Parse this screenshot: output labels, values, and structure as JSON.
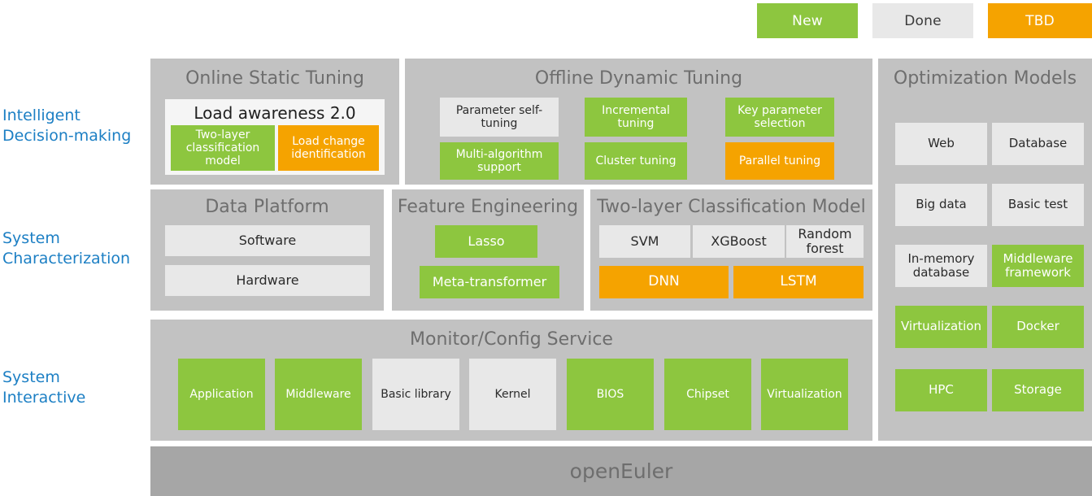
{
  "legend": {
    "items": [
      {
        "label": "New",
        "status": "new",
        "color": "#8DC63F"
      },
      {
        "label": "Done",
        "status": "done",
        "color": "#E8E8E8"
      },
      {
        "label": "TBD",
        "status": "tbd",
        "color": "#F5A300"
      }
    ]
  },
  "side_labels": [
    {
      "line1": "Intelligent",
      "line2": "Decision-making"
    },
    {
      "line1": "System",
      "line2": "Characterization"
    },
    {
      "line1": "System",
      "line2": "Interactive"
    }
  ],
  "panels": {
    "online_static_tuning": {
      "title": "Online Static Tuning",
      "card": {
        "title": "Load awareness 2.0",
        "boxes": [
          {
            "label": "Two-layer classification model",
            "status": "new"
          },
          {
            "label": "Load change identification",
            "status": "tbd"
          }
        ]
      }
    },
    "offline_dynamic_tuning": {
      "title": "Offline Dynamic Tuning",
      "boxes": [
        {
          "label": "Parameter self-tuning",
          "status": "done"
        },
        {
          "label": "Incremental tuning",
          "status": "new"
        },
        {
          "label": "Key parameter selection",
          "status": "new"
        },
        {
          "label": "Multi-algorithm support",
          "status": "new"
        },
        {
          "label": "Cluster tuning",
          "status": "new"
        },
        {
          "label": "Parallel tuning",
          "status": "tbd"
        }
      ]
    },
    "optimization_models": {
      "title": "Optimization Models",
      "boxes": [
        {
          "label": "Web",
          "status": "done"
        },
        {
          "label": "Database",
          "status": "done"
        },
        {
          "label": "Big data",
          "status": "done"
        },
        {
          "label": "Basic test",
          "status": "done"
        },
        {
          "label": "In-memory database",
          "status": "done"
        },
        {
          "label": "Middleware framework",
          "status": "new"
        },
        {
          "label": "Virtualization",
          "status": "new"
        },
        {
          "label": "Docker",
          "status": "new"
        },
        {
          "label": "HPC",
          "status": "new"
        },
        {
          "label": "Storage",
          "status": "new"
        }
      ]
    },
    "data_platform": {
      "title": "Data Platform",
      "boxes": [
        {
          "label": "Software",
          "status": "done"
        },
        {
          "label": "Hardware",
          "status": "done"
        }
      ]
    },
    "feature_engineering": {
      "title": "Feature Engineering",
      "boxes": [
        {
          "label": "Lasso",
          "status": "new"
        },
        {
          "label": "Meta-transformer",
          "status": "new"
        }
      ]
    },
    "two_layer_classification_model": {
      "title": "Two-layer Classification Model",
      "boxes": [
        {
          "label": "SVM",
          "status": "done"
        },
        {
          "label": "XGBoost",
          "status": "done"
        },
        {
          "label": "Random forest",
          "status": "done"
        },
        {
          "label": "DNN",
          "status": "tbd"
        },
        {
          "label": "LSTM",
          "status": "tbd"
        }
      ]
    },
    "monitor_config_service": {
      "title": "Monitor/Config Service",
      "boxes": [
        {
          "label": "Application",
          "status": "new"
        },
        {
          "label": "Middleware",
          "status": "new"
        },
        {
          "label": "Basic library",
          "status": "done"
        },
        {
          "label": "Kernel",
          "status": "done"
        },
        {
          "label": "BIOS",
          "status": "new"
        },
        {
          "label": "Chipset",
          "status": "new"
        },
        {
          "label": "Virtualization",
          "status": "new"
        }
      ]
    }
  },
  "footer": {
    "label": "openEuler"
  },
  "colors": {
    "new": "#8DC63F",
    "done": "#E8E8E8",
    "tbd": "#F5A300",
    "panel": "#C2C2C2",
    "footer": "#A6A6A6",
    "title_text": "#6E6E6E",
    "side_label": "#1C7FC4",
    "card": "#F5F5F5"
  }
}
